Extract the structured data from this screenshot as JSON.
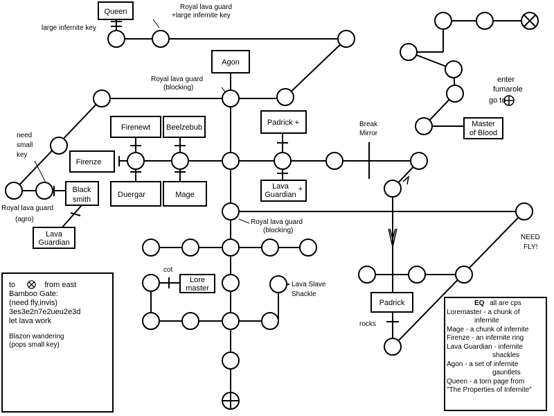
{
  "rooms": {
    "queen": "Queen",
    "agon": "Agon",
    "firenewt": "Firenewt",
    "beelzebub": "Beelzebub",
    "padrick_plus": "Padrick +",
    "firenze": "Firenze",
    "duergar": "Duergar",
    "mage": "Mage",
    "lava_guardian_plus_1": "Lava",
    "lava_guardian_plus_2": "Guardian",
    "lava_guardian_plus_3": "+",
    "blacksmith_1": "Black",
    "blacksmith_2": "smith",
    "lava_guardian_1": "Lava",
    "lava_guardian_2": "Guardian",
    "master_of_blood_1": "Master",
    "master_of_blood_2": "of Blood",
    "lore_master_1": "Lore",
    "lore_master_2": "master",
    "padrick": "Padrick"
  },
  "annotations": {
    "large_infernite_key": "large infernite key",
    "royal_guard_top_1": "Royal lava guard",
    "royal_guard_top_2": "+large infernite key",
    "royal_guard_blocking_1_a": "Royal lava guard",
    "royal_guard_blocking_1_b": "(blocking)",
    "royal_guard_blocking_2_a": "Royal lava guard",
    "royal_guard_blocking_2_b": "(blocking)",
    "need_small_key_1": "need",
    "need_small_key_2": "small",
    "need_small_key_3": "key",
    "royal_guard_agro_1": "Royal lava guard",
    "royal_guard_agro_2": "(agro)",
    "break_mirror_1": "Break",
    "break_mirror_2": "Mirror",
    "enter_fumarole_1": "enter",
    "enter_fumarole_2": "fumarole",
    "enter_fumarole_3": "go to",
    "need_fly_1": "NEED",
    "need_fly_2": "FLY!",
    "cot": "cot",
    "lava_slave_1": "Lava Slave",
    "lava_slave_2": "Shackle",
    "rocks": "rocks"
  },
  "notes": {
    "to": "to",
    "from_east": "from east",
    "bamboo_gate": "Bamboo Gate:",
    "need_fly_invis": "(need fly,invis)",
    "code": "3es3e2n7e2ueu2e3d",
    "let_lava_work": "let lava work",
    "blazon_1": "Blazon wandering",
    "blazon_2": "(pops small key)"
  },
  "legend": {
    "title": "EQ",
    "subtitle": "all are cps",
    "items": [
      {
        "a": "Loremaster - a chunk of",
        "b": "infernite"
      },
      {
        "a": "Mage - a chunk of infernite",
        "b": ""
      },
      {
        "a": "Firenze - an infernite ring",
        "b": ""
      },
      {
        "a": "Lava Guardian - infernite",
        "b": "shackles"
      },
      {
        "a": "Agon - a set of infernite",
        "b": "gauntlets"
      },
      {
        "a": "Queen - a torn page from",
        "b": ""
      },
      {
        "a": "\"The Properties of Infernite\"",
        "b": ""
      }
    ]
  },
  "symbols": {
    "exit_x": "cross-circle-icon",
    "entrance_plus": "plus-circle-icon"
  }
}
